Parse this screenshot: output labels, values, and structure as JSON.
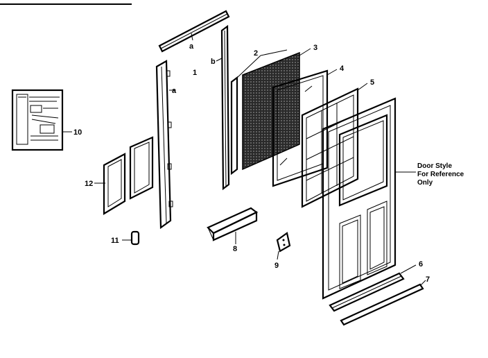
{
  "callouts": {
    "a_top": "a",
    "b": "b",
    "a_side": "a",
    "p1": "1",
    "p2": "2",
    "p3": "3",
    "p4": "4",
    "p5": "5",
    "p6": "6",
    "p7": "7",
    "p8": "8",
    "p9": "9",
    "p10": "10",
    "p11": "11",
    "p12": "12"
  },
  "note": {
    "line1": "Door Style",
    "line2": "For Reference",
    "line3": "Only"
  }
}
